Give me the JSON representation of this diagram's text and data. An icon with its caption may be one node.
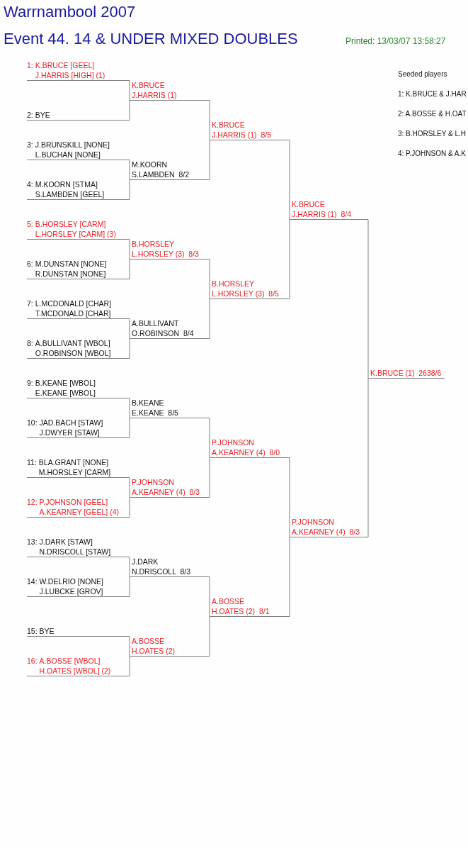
{
  "diagram": {
    "title": "Warrnambool 2007",
    "nodes": [
      {
        "text": [
          "1:",
          "K.BRUCE [GEEL]",
          "J.HARRIS [HIGH] (1)"
        ]
      },
      {
        "text": [
          "2:",
          "BYE"
        ]
      },
      {
        "text": [
          "3:",
          "J.BRUNSKILL [NONE]",
          "L.BUCHAN [NONE]"
        ]
      },
      {
        "text": [
          "4:",
          "M.KOORN [STMA]",
          "S.LAMBDEN [GEEL]"
        ]
      },
      {
        "text": [
          "5:",
          "B.HORSLEY [CARM]",
          "L.HORSLEY [CARM] (3)"
        ]
      },
      {
        "text": [
          "6:",
          "M.DUNSTAN [NONE]",
          "R.DUNSTAN [NONE]"
        ]
      },
      {
        "text": [
          "7:",
          "L.MCDONALD [CHAR]",
          "T.MCDONALD [CHAR]"
        ]
      },
      {
        "text": [
          "8:",
          "A.BULLIVANT [WBOL]",
          "O.ROBINSON [WBOL]"
        ]
      },
      {
        "text": [
          "9:",
          "B.KEANE [WBOL]",
          "E.KEANE [WBOL]"
        ]
      },
      {
        "text": [
          "10:",
          "JAD.BACH [STAW]",
          "J.DWYER [STAW]"
        ]
      },
      {
        "text": [
          "11:",
          "BLA.GRANT [NONE]",
          "M.HORSLEY [CARM]"
        ]
      },
      {
        "text": [
          "12:",
          "P.JOHNSON [GEEL]",
          "A.KEARNEY [GEEL] (4)"
        ]
      },
      {
        "text": [
          "13:",
          "J.DARK [STAW]",
          "N.DRISCOLL [STAW]"
        ]
      },
      {
        "text": [
          "14:",
          "W.DELRIO [NONE]",
          "J.LUBCKE [GROV]"
        ]
      },
      {
        "text": [
          "15:",
          "BYE"
        ]
      },
      {
        "text": [
          "16:",
          "A.BOSSE [WBOL]",
          "H.OATES [WBOL] (2)"
        ]
      },
      {
        "text": [
          "K.BRUCE",
          "J.HARRIS (1)"
        ]
      },
      {
        "text": [
          "M.KOORN",
          "S.LAMBDEN  8/2"
        ]
      },
      {
        "text": [
          "B.HORSLEY",
          "L.HORSLEY (3)  8/3"
        ]
      },
      {
        "text": [
          "A.BULLIVANT",
          "O.ROBINSON  8/4"
        ]
      },
      {
        "text": [
          "B.KEANE",
          "E.KEANE  8/5"
        ]
      },
      {
        "text": [
          "P.JOHNSON",
          "A.KEARNEY (4)  8/3"
        ]
      },
      {
        "text": [
          "J.DARK",
          "N.DRISCOLL  8/3"
        ]
      },
      {
        "text": [
          "A.BOSSE",
          "H.OATES (2)"
        ]
      },
      {
        "text": [
          "K.BRUCE",
          "J.HARRIS (1)  8/5"
        ]
      },
      {
        "text": [
          "B.HORSLEY",
          "L.HORSLEY (3)  8/5"
        ]
      },
      {
        "text": [
          "P.JOHNSON",
          "A.KEARNEY (4)  8/0"
        ]
      },
      {
        "text": [
          "A.BOSSE",
          "H.OATES (2)  8/1"
        ]
      },
      {
        "text": [
          "K.BRUCE",
          "J.HARRIS (1)  8/4"
        ]
      },
      {
        "text": [
          "P.JOHNSON",
          "A.KEARNEY (4)  8/3"
        ]
      },
      {
        "text": [
          "K.BRUCE (1)  2638/6"
        ]
      }
    ],
    "edges": [
      {
        "from": 0,
        "to": 16,
        "arrow": "none"
      },
      {
        "from": 1,
        "to": 16,
        "arrow": "none"
      },
      {
        "from": 2,
        "to": 17,
        "arrow": "none"
      },
      {
        "from": 3,
        "to": 17,
        "arrow": "none"
      },
      {
        "from": 4,
        "to": 18,
        "arrow": "none"
      },
      {
        "from": 5,
        "to": 18,
        "arrow": "none"
      },
      {
        "from": 6,
        "to": 19,
        "arrow": "none"
      },
      {
        "from": 7,
        "to": 19,
        "arrow": "none"
      },
      {
        "from": 8,
        "to": 20,
        "arrow": "none"
      },
      {
        "from": 9,
        "to": 20,
        "arrow": "none"
      },
      {
        "from": 10,
        "to": 21,
        "arrow": "none"
      },
      {
        "from": 11,
        "to": 21,
        "arrow": "none"
      },
      {
        "from": 12,
        "to": 22,
        "arrow": "none"
      },
      {
        "from": 13,
        "to": 22,
        "arrow": "none"
      },
      {
        "from": 14,
        "to": 23,
        "arrow": "none"
      },
      {
        "from": 15,
        "to": 23,
        "arrow": "none"
      },
      {
        "from": 16,
        "to": 24,
        "arrow": "none"
      },
      {
        "from": 17,
        "to": 24,
        "arrow": "none"
      },
      {
        "from": 18,
        "to": 25,
        "arrow": "none"
      },
      {
        "from": 19,
        "to": 25,
        "arrow": "none"
      },
      {
        "from": 20,
        "to": 26,
        "arrow": "none"
      },
      {
        "from": 21,
        "to": 26,
        "arrow": "none"
      },
      {
        "from": 22,
        "to": 27,
        "arrow": "none"
      },
      {
        "from": 23,
        "to": 27,
        "arrow": "none"
      },
      {
        "from": 24,
        "to": 28,
        "arrow": "none"
      },
      {
        "from": 25,
        "to": 28,
        "arrow": "none"
      },
      {
        "from": 26,
        "to": 29,
        "arrow": "none"
      },
      {
        "from": 27,
        "to": 29,
        "arrow": "none"
      },
      {
        "from": 28,
        "to": 30,
        "arrow": "none"
      },
      {
        "from": 29,
        "to": 30,
        "arrow": "none"
      }
    ],
    "labels": [
      "Event 44. 14 & UNDER MIXED DOUBLES",
      "Printed: 13/03/07 13:58:27",
      "Seeded players",
      "1: K.BRUCE & J.HAR",
      "2: A.BOSSE & H.OAT",
      "3: B.HORSLEY & L.H",
      "4: P.JOHNSON & A.K"
    ]
  }
}
